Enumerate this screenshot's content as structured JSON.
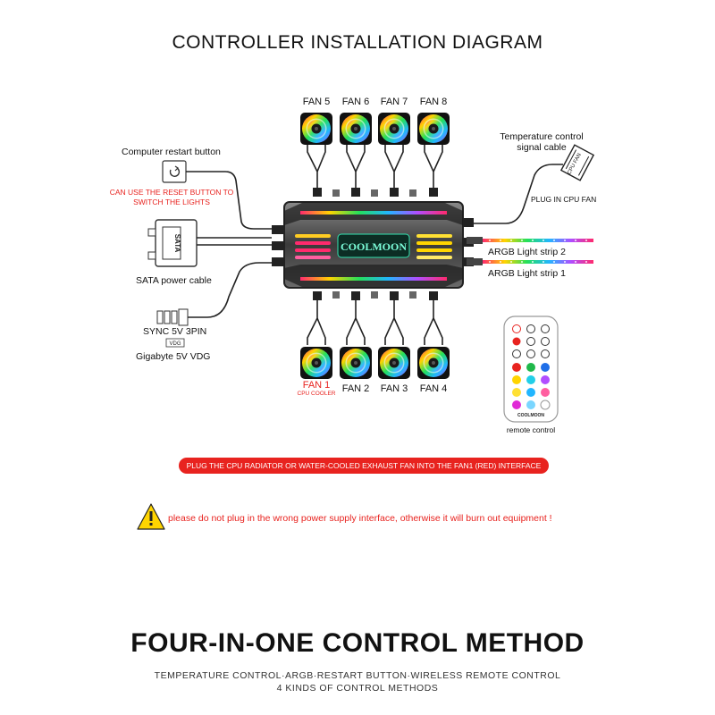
{
  "title": "CONTROLLER INSTALLATION DIAGRAM",
  "top_fans": [
    "FAN 5",
    "FAN 6",
    "FAN 7",
    "FAN 8"
  ],
  "bottom_fans": [
    "FAN 1",
    "FAN 2",
    "FAN 3",
    "FAN 4"
  ],
  "fan1_note": "CPU COOLER",
  "left_labels": {
    "restart": "Computer restart button",
    "reset_note_line1": "CAN USE THE RESET BUTTON TO",
    "reset_note_line2": "SWITCH THE LIGHTS",
    "sata": "SATA power cable",
    "sync": "SYNC 5V 3PIN",
    "gigabyte": "Gigabyte 5V VDG",
    "vdg_tag": "VDG",
    "sata_text": "SATA"
  },
  "right_labels": {
    "temp_line1": "Temperature control",
    "temp_line2": "signal cable",
    "cpu_fan_tag": "CPU FAN",
    "plug_cpu": "PLUG IN CPU FAN",
    "argb2": "ARGB Light strip 2",
    "argb1": "ARGB Light strip 1",
    "remote": "remote control",
    "remote_brand": "COOLMOON"
  },
  "hub_brand": "COOLMOON",
  "banner": "PLUG THE CPU RADIATOR OR WATER-COOLED EXHAUST FAN INTO THE FAN1 (RED) INTERFACE",
  "warning": "please do not plug in the wrong power supply interface, otherwise it will burn out equipment !",
  "headline": "FOUR-IN-ONE CONTROL METHOD",
  "subline1": "TEMPERATURE CONTROL·ARGB·RESTART BUTTON·WIRELESS REMOTE CONTROL",
  "subline2": "4 KINDS OF CONTROL METHODS",
  "colors": {
    "accent_red": "#e8231f",
    "warning_yellow": "#ffd400"
  }
}
